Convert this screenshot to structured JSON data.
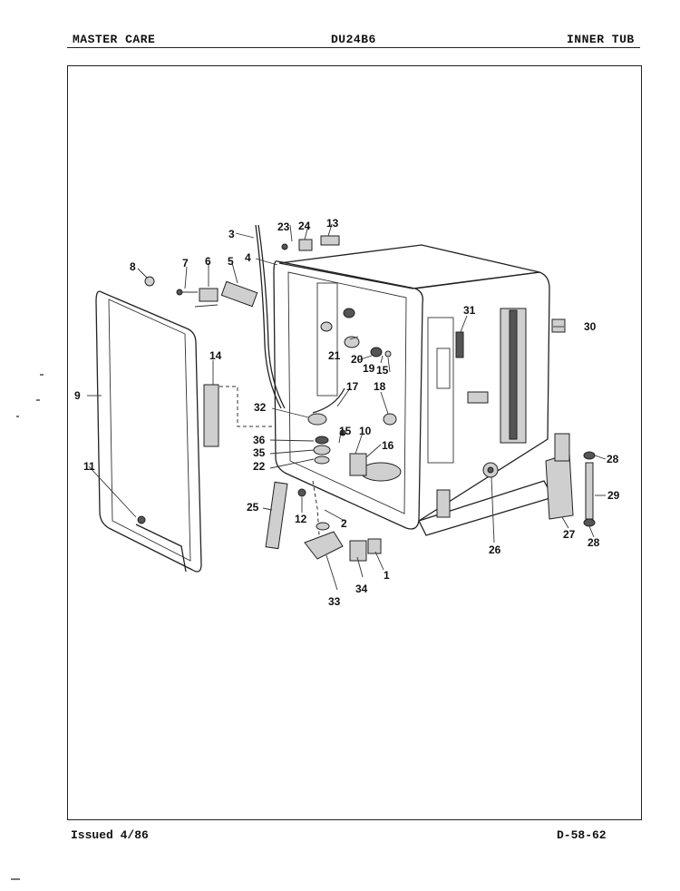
{
  "header": {
    "left": "MASTER CARE",
    "center": "DU24B6",
    "right": "INNER TUB"
  },
  "footer": {
    "left": "Issued 4/86",
    "right": "D-58-62"
  },
  "callouts": {
    "c1": "1",
    "c2": "2",
    "c3": "3",
    "c4": "4",
    "c5": "5",
    "c6": "6",
    "c7": "7",
    "c8": "8",
    "c9": "9",
    "c10": "10",
    "c11": "11",
    "c12": "12",
    "c13": "13",
    "c14": "14",
    "c15a": "15",
    "c15b": "15",
    "c16": "16",
    "c17": "17",
    "c18": "18",
    "c19": "19",
    "c20": "20",
    "c21": "21",
    "c22": "22",
    "c23": "23",
    "c24": "24",
    "c25": "25",
    "c26": "26",
    "c27": "27",
    "c28a": "28",
    "c28b": "28",
    "c29": "29",
    "c30": "30",
    "c31": "31",
    "c32": "32",
    "c33": "33",
    "c34": "34",
    "c35": "35",
    "c36": "36"
  }
}
